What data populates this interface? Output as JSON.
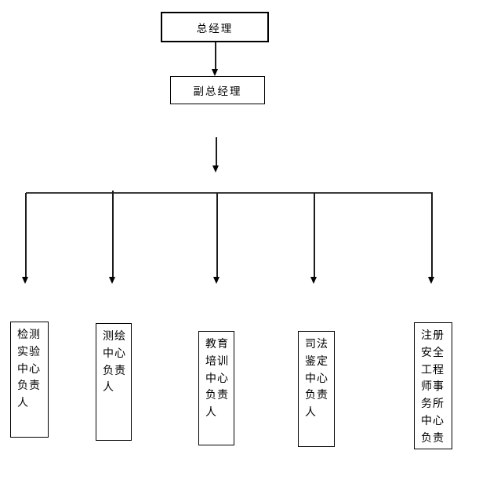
{
  "diagram": {
    "type": "org-chart",
    "colors": {
      "background": "#ffffff",
      "box_border": "#000000",
      "line": "#1c1c1c",
      "text": "#000000"
    },
    "nodes": {
      "general_manager": {
        "label": "总经理"
      },
      "deputy_general_manager": {
        "label": "副总经理"
      },
      "departments": [
        {
          "label": "检测实验中心负责人"
        },
        {
          "label": "测绘中心负责人"
        },
        {
          "label": "教育培训中心负责人"
        },
        {
          "label": "司法鉴定中心负责人"
        },
        {
          "label": "注册安全工程师事务所中心负责"
        }
      ]
    },
    "edges": [
      {
        "from": "general_manager",
        "to": "deputy_general_manager"
      },
      {
        "from": "deputy_general_manager",
        "to": "departments"
      }
    ]
  }
}
